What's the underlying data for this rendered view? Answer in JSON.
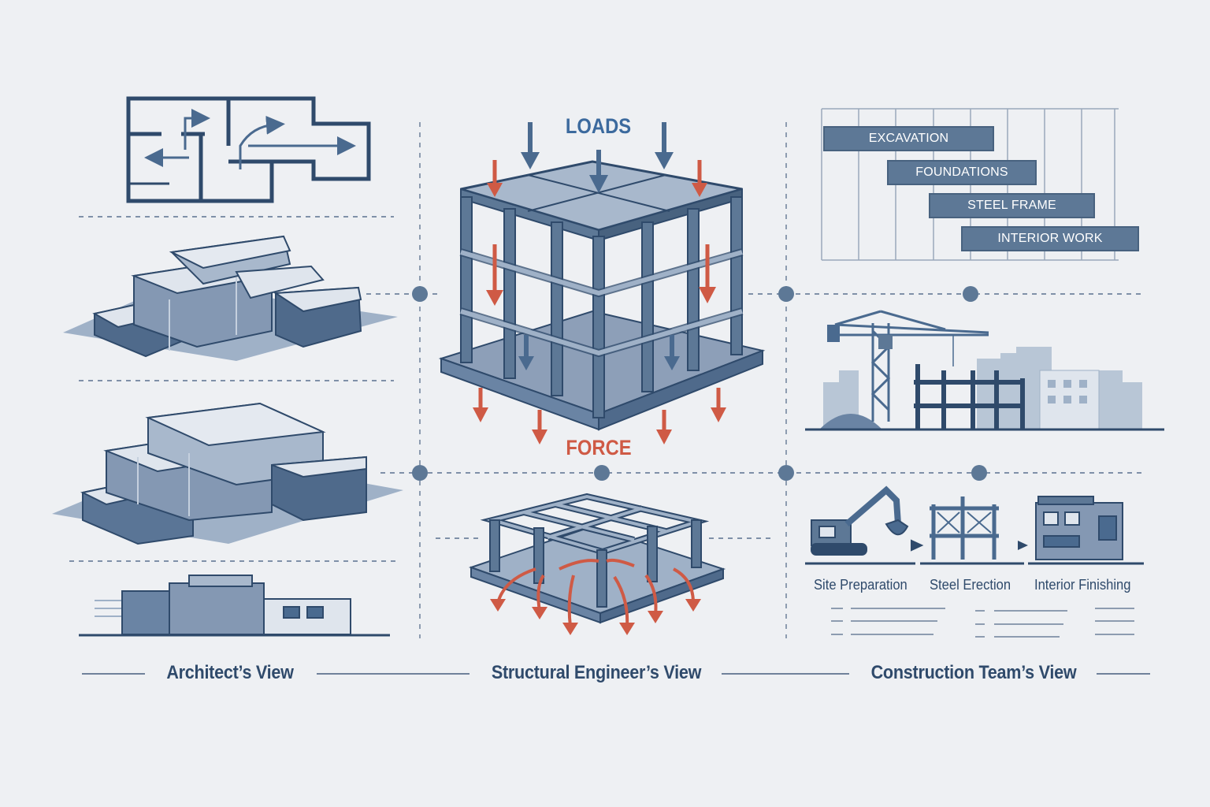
{
  "columns": {
    "architect": "Architect’s View",
    "structural": "Structural Engineer’s View",
    "construction": "Construction Team’s View"
  },
  "structural": {
    "loads_label": "LOADS",
    "force_label": "FORCE"
  },
  "schedule": {
    "tasks": [
      "EXCAVATION",
      "FOUNDATIONS",
      "STEEL FRAME",
      "INTERIOR WORK"
    ]
  },
  "sequence": {
    "stages": [
      "Site Preparation",
      "Steel Erection",
      "Interior Finishing"
    ]
  },
  "colors": {
    "primary": "#4a6a8f",
    "light": "#9fb1c7",
    "dark": "#2f4a6b",
    "accent": "#cf5a45",
    "background": "#eef0f3"
  }
}
